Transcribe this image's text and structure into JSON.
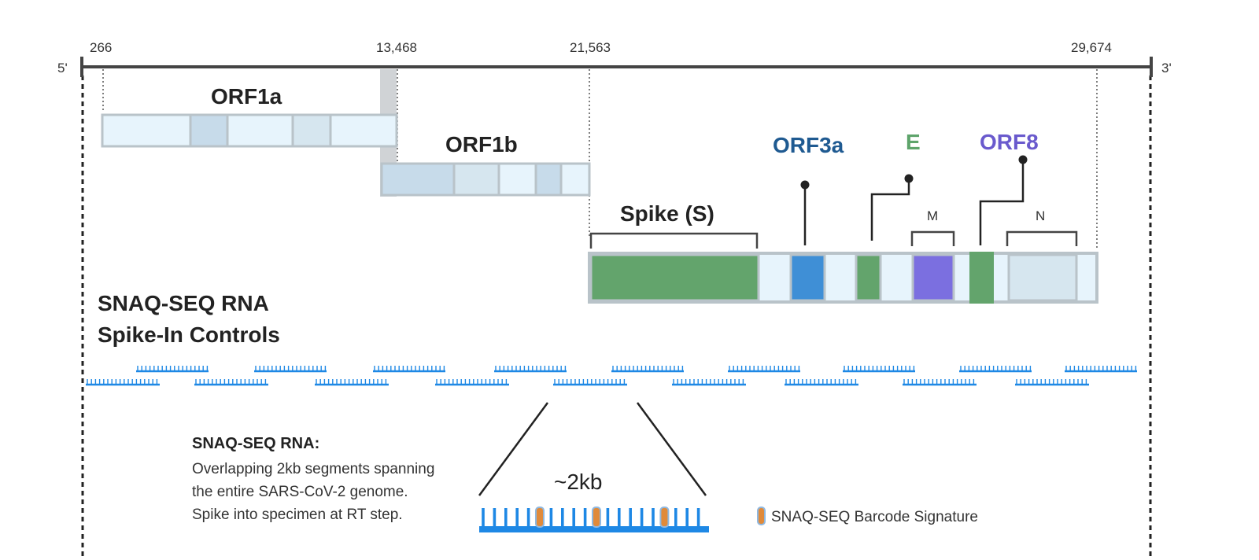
{
  "genome": {
    "five_prime": "5'",
    "three_prime": "3'",
    "positions": [
      "266",
      "13,468",
      "21,563",
      "29,674"
    ]
  },
  "genes": {
    "orf1a": "ORF1a",
    "orf1b": "ORF1b",
    "spike": "Spike (S)",
    "orf3a": "ORF3a",
    "e": "E",
    "orf8": "ORF8",
    "m": "M",
    "n": "N"
  },
  "colors": {
    "spike": "#63a46c",
    "orf3a": "#3f8fd6",
    "e": "#63a46c",
    "m": "#7b6fe0",
    "orf8": "#63a46c",
    "orf3a_label": "#1f5a91",
    "e_label": "#5ea46b",
    "orf8_label": "#6a5acd",
    "fragment": "#1e88e5",
    "barcode": "#e08a3a"
  },
  "controls": {
    "heading_line1": "SNAQ-SEQ RNA",
    "heading_line2": "Spike-In Controls"
  },
  "description": {
    "title": "SNAQ-SEQ RNA:",
    "line1": "Overlapping 2kb segments spanning",
    "line2": "the entire SARS-CoV-2 genome.",
    "line3": "Spike into specimen at RT step."
  },
  "zoom": {
    "size_label": "~2kb"
  },
  "legend": {
    "barcode_label": "SNAQ-SEQ Barcode Signature"
  }
}
